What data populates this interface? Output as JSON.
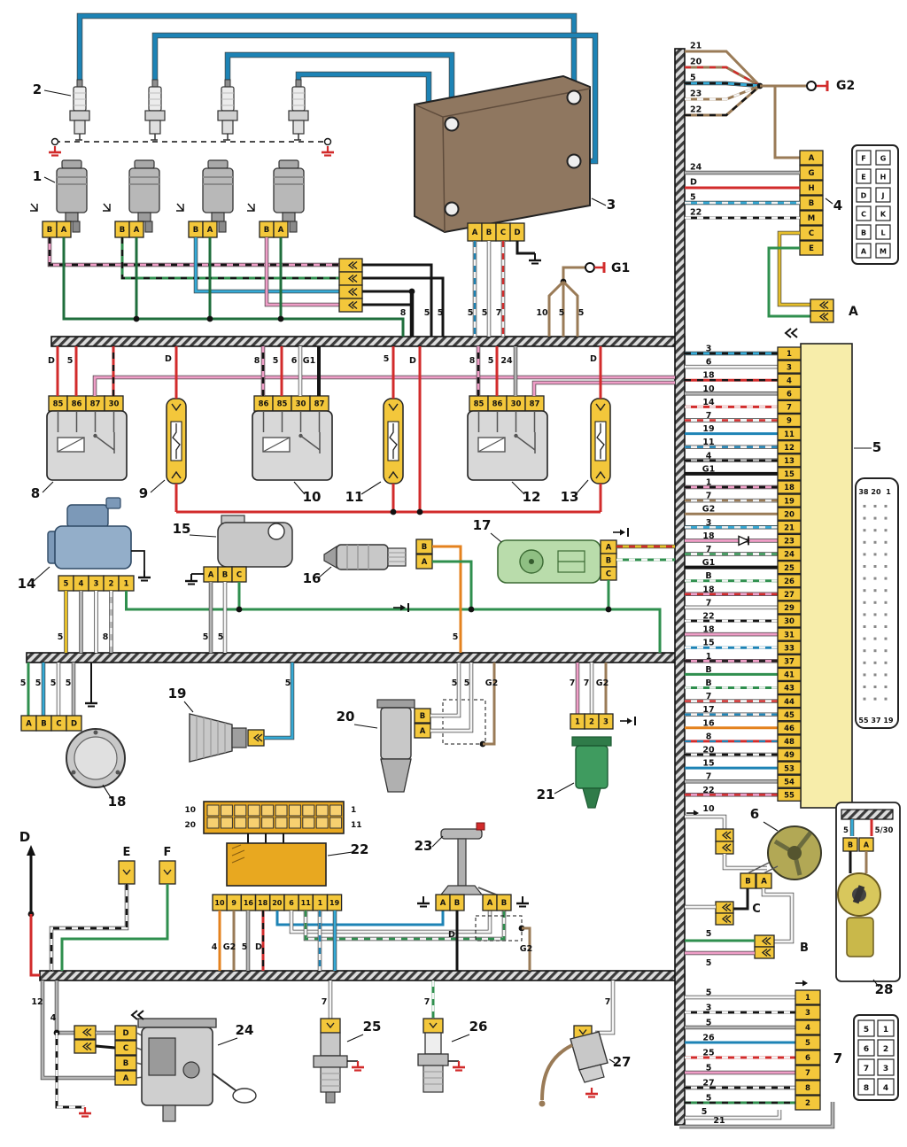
{
  "palette": {
    "red": "#d22b2b",
    "pink": "#ef9ec7",
    "green": "#2f8f4e",
    "dgreen": "#1f6e3c",
    "cyan": "#35aad6",
    "blue": "#1d83b5",
    "brown": "#9a7b57",
    "gray": "#b5b5b5",
    "white": "#f4f4f4",
    "black": "#141414",
    "orange": "#e4821e",
    "yellow": "#e6bf2a",
    "olive": "#b2a855",
    "connector": "#f3c73b",
    "ecu_body": "#f7edaa",
    "module": "#8f7760",
    "relay_body": "#d8d8d8",
    "maf_body": "#93aec9",
    "iac_body": "#b9dcab",
    "sensor21_body": "#3f9b5f",
    "metal": "#c8c8c8"
  },
  "callouts": [
    "1",
    "2",
    "3",
    "4",
    "5",
    "6",
    "7",
    "8",
    "9",
    "10",
    "11",
    "12",
    "13",
    "14",
    "15",
    "16",
    "17",
    "18",
    "19",
    "20",
    "21",
    "22",
    "23",
    "24",
    "25",
    "26",
    "27",
    "28"
  ],
  "markers": {
    "A": "A",
    "B": "B",
    "C": "C",
    "D": "D",
    "E": "E",
    "F": "F",
    "G1": "G1",
    "G2": "G2"
  },
  "connectors": {
    "injector": [
      "B",
      "A"
    ],
    "module": [
      "A",
      "B",
      "C",
      "D"
    ],
    "relay8": [
      "85",
      "86",
      "87",
      "30"
    ],
    "relay10": [
      "86",
      "85",
      "30",
      "87"
    ],
    "relay12": [
      "85",
      "86",
      "30",
      "87"
    ],
    "maf": [
      "5",
      "4",
      "3",
      "2",
      "1"
    ],
    "throttle": [
      "A",
      "B",
      "C"
    ],
    "lambda": [
      "B",
      "A"
    ],
    "iac": [
      "A",
      "B",
      "C"
    ],
    "block18": [
      "A",
      "B",
      "C",
      "D"
    ],
    "speed": [
      "B",
      "A"
    ],
    "sensor21": [
      "1",
      "2",
      "3"
    ],
    "block22_corners": [
      "10",
      "20",
      "1",
      "11"
    ],
    "block22_row": [
      "10",
      "9",
      "16",
      "18",
      "20",
      "6",
      "11",
      "1",
      "19"
    ],
    "sensor23_left": [
      "A",
      "B"
    ],
    "sensor23_right": [
      "A",
      "B"
    ],
    "fan": [
      "B",
      "A"
    ],
    "ign28": [
      "B",
      "A"
    ],
    "pump": [
      "D",
      "C",
      "B",
      "A"
    ],
    "conn4_pins": [
      "A",
      "G",
      "H",
      "B",
      "M",
      "C",
      "E"
    ],
    "conn4_block": [
      [
        "F",
        "G"
      ],
      [
        "E",
        "H"
      ],
      [
        "D",
        "J"
      ],
      [
        "C",
        "K"
      ],
      [
        "B",
        "L"
      ],
      [
        "A",
        "M"
      ]
    ],
    "conn7_pins": [
      "1",
      "3",
      "4",
      "5",
      "6",
      "7",
      "8",
      "2"
    ],
    "conn7_block": [
      [
        "5",
        "1"
      ],
      [
        "6",
        "2"
      ],
      [
        "7",
        "3"
      ],
      [
        "8",
        "4"
      ]
    ]
  },
  "ecu": {
    "pins": [
      "1",
      "3",
      "4",
      "6",
      "7",
      "9",
      "11",
      "12",
      "13",
      "15",
      "18",
      "19",
      "20",
      "21",
      "23",
      "24",
      "25",
      "26",
      "27",
      "29",
      "30",
      "31",
      "33",
      "37",
      "41",
      "43",
      "44",
      "45",
      "46",
      "48",
      "49",
      "53",
      "54",
      "55"
    ],
    "wire_labels": [
      "3",
      "6",
      "18",
      "10",
      "14",
      "7",
      "19",
      "11",
      "4",
      "G1",
      "1",
      "7",
      "G2",
      "3",
      "18",
      "7",
      "G1",
      "B",
      "18",
      "7",
      "22",
      "18",
      "15",
      "1",
      "B",
      "B",
      "7",
      "17",
      "16",
      "8",
      "20",
      "15",
      "7",
      "22"
    ],
    "plug_top": [
      "38",
      "20",
      "1"
    ],
    "plug_bottom": [
      "55",
      "37",
      "19"
    ]
  },
  "wire_labels": {
    "g2_branch": [
      "21",
      "20",
      "5",
      "23",
      "22"
    ],
    "conn4_feed": [
      "24",
      "D",
      "5",
      "22"
    ],
    "module_drop": [
      "5",
      "5",
      "7"
    ],
    "block_drop": [
      "5",
      "5",
      "8"
    ],
    "g1_drop": [
      "10",
      "5",
      "5"
    ],
    "relay8_top": [
      "D",
      "5"
    ],
    "fuse9_top": "D",
    "relay10_top": [
      "8",
      "5",
      "6",
      "G1"
    ],
    "fuse11_top": "5",
    "midfeed": "D",
    "relay12_top": [
      "8",
      "5",
      "24"
    ],
    "fuse13_top": "D",
    "maf_drop": [
      "5",
      "8"
    ],
    "throttle_drop": [
      "5",
      "5"
    ],
    "lambda_drop": "5",
    "block18_feed": [
      "5",
      "5",
      "5",
      "5"
    ],
    "sensor19_feed": "5",
    "speed_feed": [
      "5",
      "5",
      "G2"
    ],
    "sensor21_feed": [
      "7",
      "7",
      "G2"
    ],
    "block22_drop": [
      "4",
      "G2",
      "5",
      "D"
    ],
    "sensor23_drop": [
      "D",
      "G2"
    ],
    "fan_feed": "10",
    "fanB_feed": [
      "5",
      "5"
    ],
    "ign28_wires": [
      "5",
      "5/30"
    ],
    "pump_feed": [
      "12",
      "4"
    ],
    "sensor25_feed": "7",
    "sensor26_feed": "7",
    "sensor27_feed": "7",
    "conn7_feed": [
      "5",
      "3",
      "5",
      "26",
      "25",
      "5",
      "27",
      "5"
    ],
    "conn7_extra": [
      "5",
      "21"
    ]
  }
}
